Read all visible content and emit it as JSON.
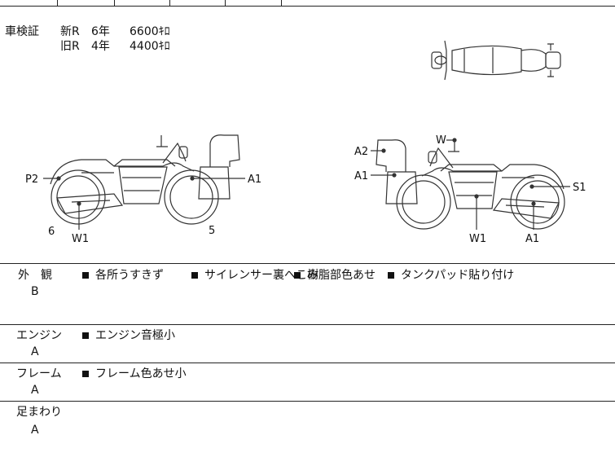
{
  "inspection": {
    "label": "車検証",
    "new_row": {
      "kind": "新R",
      "years": "6年",
      "price": "6600ｷﾛ"
    },
    "old_row": {
      "kind": "旧R",
      "years": "4年",
      "price": "4400ｷﾛ"
    }
  },
  "diagram": {
    "left_labels": {
      "p2": "P2",
      "a1": "A1",
      "six": "6",
      "w1": "W1",
      "five": "5"
    },
    "right_labels": {
      "a2": "A2",
      "a1": "A1",
      "w": "W",
      "s1": "S1",
      "w1": "W1",
      "a1b": "A1"
    }
  },
  "sections": [
    {
      "title": "外　観",
      "grade": "B",
      "items": [
        "各所うすきず",
        "サイレンサー裏へこみ",
        "樹脂部色あせ",
        "タンクパッド貼り付け"
      ]
    },
    {
      "title": "エンジン",
      "grade": "A",
      "items": [
        "エンジン音極小"
      ]
    },
    {
      "title": "フレーム",
      "grade": "A",
      "items": [
        "フレーム色あせ小"
      ]
    },
    {
      "title": "足まわり",
      "grade": "A",
      "items": []
    }
  ]
}
